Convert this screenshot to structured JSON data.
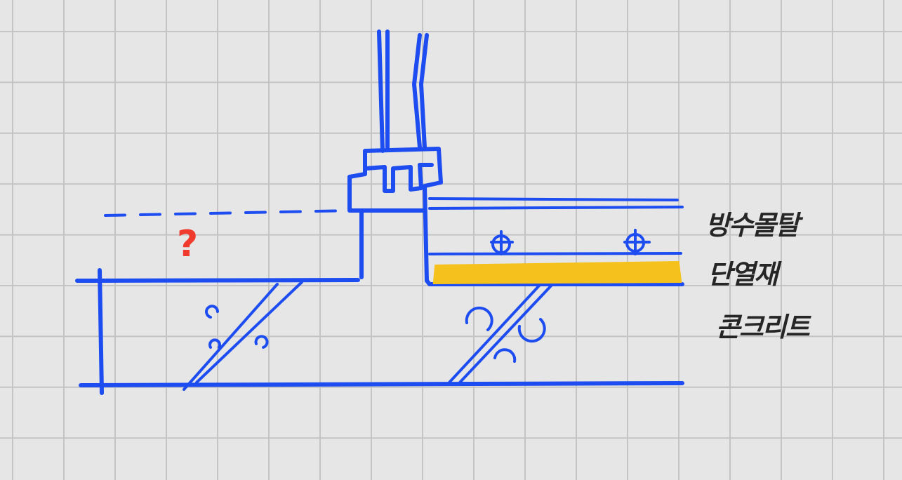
{
  "labels": {
    "waterproof_mortar": "방수몰탈",
    "insulation": "단열재",
    "concrete": "콘크리트",
    "question": "?"
  },
  "colors": {
    "background": "#e6e6e6",
    "grid": "#c4c4c4",
    "ink_blue": "#1d4df0",
    "ink_yellow": "#f5c21d",
    "ink_red": "#f03a2e",
    "ink_black": "#262626"
  }
}
